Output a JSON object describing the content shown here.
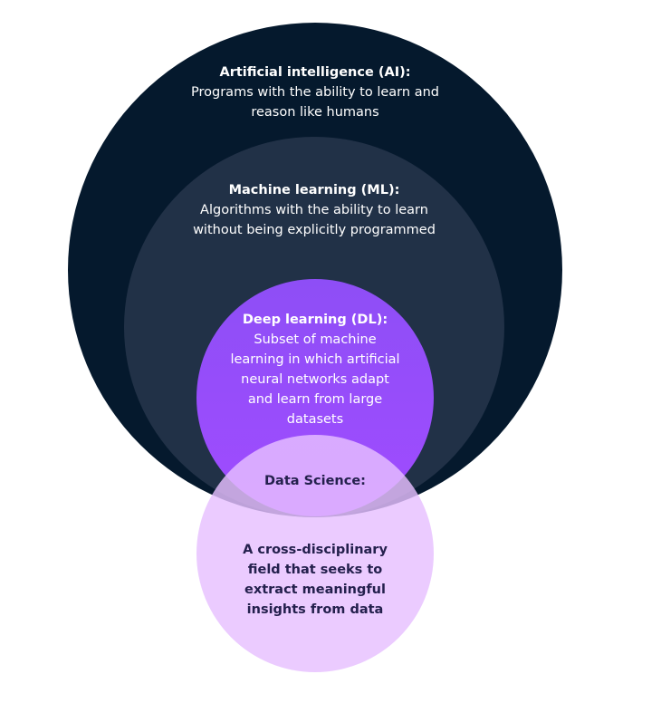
{
  "colors": {
    "ai": "#05192d",
    "ml": "#213147",
    "dl": "#9a4cff",
    "ds": "#e8c2ff",
    "dark_text": "#24204d"
  },
  "ai": {
    "title": "Artificial intelligence (AI):",
    "desc": "Programs with the ability to learn and reason like humans"
  },
  "ml": {
    "title": "Machine learning (ML):",
    "desc": "Algorithms with the ability to learn without being explicitly programmed"
  },
  "dl": {
    "title": "Deep learning (DL):",
    "desc": "Subset of machine learning in which artificial neural networks adapt and learn from large datasets"
  },
  "ds": {
    "title": "Data Science:",
    "desc": "A cross-disciplinary field that seeks to extract meaningful insights from data"
  }
}
